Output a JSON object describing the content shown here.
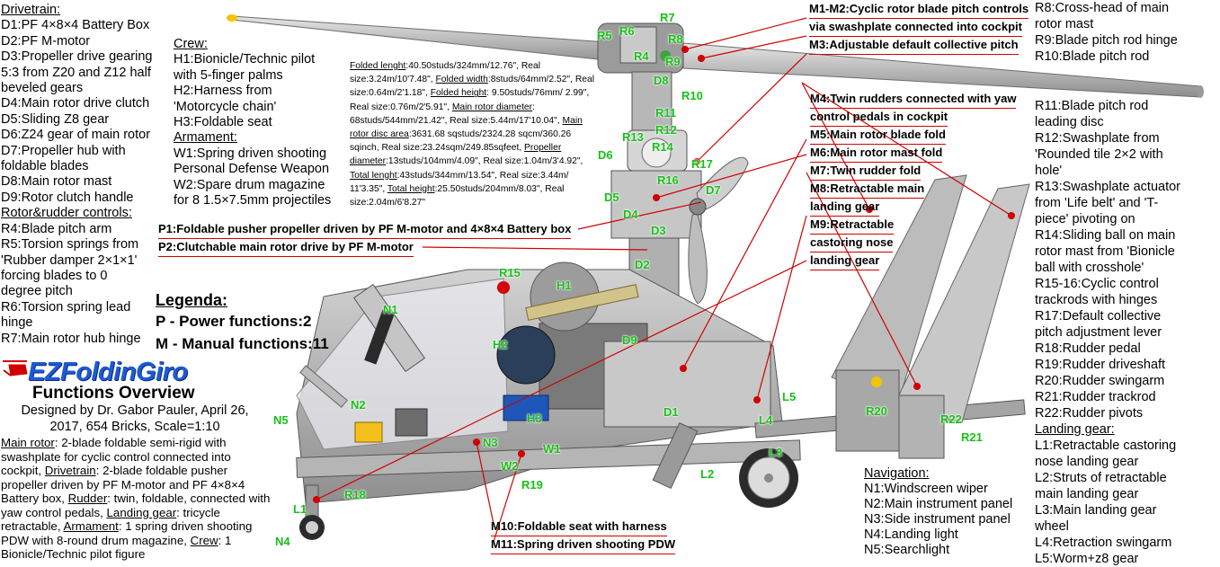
{
  "logo": {
    "text": "EZFoldinGiro"
  },
  "functions_title": "Functions Overview",
  "designer_lines": [
    "Designed by Dr. Gabor Pauler, April 26,",
    "2017, 654 Bricks, Scale=1:10"
  ],
  "summary": {
    "main_rotor_head": "Main rotor",
    "main_rotor_text": ": 2-blade foldable semi-rigid with swashplate for cyclic control connected into cockpit, ",
    "drivetrain_head": "Drivetrain",
    "drivetrain_text": ": 2-blade foldable pusher propeller driven by PF M-motor and PF 4×8×4 Battery box, ",
    "rudder_head": "Rudder",
    "rudder_text": ": twin, foldable, connected with yaw control pedals, ",
    "landing_head": "Landing gear",
    "landing_text": ": tricycle retractable, ",
    "armament_head": "Armament",
    "armament_text": ": 1 spring driven shooting PDW with 8-round drum magazine, ",
    "crew_head": "Crew",
    "crew_text": ": 1 Bionicle/Technic pilot figure"
  },
  "drivetrain": {
    "heading": "Drivetrain:",
    "items": [
      "D1:PF 4×8×4 Battery Box",
      "D2:PF M-motor",
      "D3:Propeller drive gearing",
      "5:3 from Z20 and Z12 half",
      "beveled gears",
      "D4:Main rotor drive clutch",
      "D5:Sliding Z8 gear",
      "D6:Z24 gear of main rotor",
      "D7:Propeller hub with",
      "foldable blades",
      "D8:Main rotor mast",
      "D9:Rotor clutch handle"
    ]
  },
  "rotor_rudder": {
    "heading": "Rotor&rudder controls:",
    "items": [
      "R4:Blade pitch arm",
      "R5:Torsion springs from",
      "'Rubber damper 2×1×1'",
      "forcing blades to 0",
      "degree pitch",
      "R6:Torsion spring lead",
      "hinge",
      "R7:Main rotor hub hinge"
    ]
  },
  "crew": {
    "heading": "Crew:",
    "items": [
      "H1:Bionicle/Technic pilot",
      "with 5-finger palms",
      "H2:Harness from",
      "'Motorcycle chain'",
      "H3:Foldable seat"
    ]
  },
  "armament": {
    "heading": "Armament:",
    "items": [
      "W1:Spring driven shooting",
      "Personal Defense Weapon",
      "W2:Spare drum magazine",
      "for 8 1.5×7.5mm projectiles"
    ]
  },
  "specs": [
    {
      "k": "Folded lenght",
      "v": ":40.50studs/324mm/12.76\", Real size:3.24m/10'7.48\", "
    },
    {
      "k": "Folded width",
      "v": ":8studs/64mm/2.52\", Real size:0.64m/2'1.18\", "
    },
    {
      "k": "Folded height",
      "v": ": 9.50studs/76mm/ 2.99\", Real size:0.76m/2'5.91\", "
    },
    {
      "k": "Main rotor diameter",
      "v": ": 68studs/544mm/21.42\", Real size:5.44m/17'10.04\", "
    },
    {
      "k": "Main rotor disc area",
      "v": ":3631.68 sqstuds/2324.28 sqcm/360.26 sqinch, Real size:23.24sqm/249.85sqfeet, "
    },
    {
      "k": "Propeller diameter",
      "v": ":13studs/104mm/4.09\", Real size:1.04m/3'4.92\", "
    },
    {
      "k": "Total lenght",
      "v": ":43studs/344mm/13.54\", Real size:3.44m/ 11'3.35\", "
    },
    {
      "k": "Total height",
      "v": ":25.50studs/204mm/8.03\", Real size:2.04m/6'8.27\""
    }
  ],
  "legend": {
    "title": "Legenda:",
    "power": "P - Power functions:2",
    "manual": "M - Manual functions:11"
  },
  "annotations_top": [
    "M1-M2:Cyclic rotor blade pitch controls",
    "via swashplate connected into cockpit",
    "M3:Adjustable default collective pitch"
  ],
  "annotations_mid": [
    "M4:Twin rudders connected with yaw",
    "control pedals in cockpit",
    "M5:Main rotor blade fold",
    "M6:Main rotor mast fold",
    "M7:Twin rudder fold",
    "M8:Retractable main",
    "landing gear",
    "M9:Retractable",
    "castoring nose",
    "landing gear"
  ],
  "annotations_power": [
    "P1:Foldable pusher propeller driven by PF M-motor and 4×8×4 Battery box",
    "P2:Clutchable main rotor drive by PF M-motor"
  ],
  "annotations_bottom": [
    "M10:Foldable seat with harness",
    "M11:Spring driven shooting PDW"
  ],
  "rotor_head_right": {
    "items": [
      "R8:Cross-head of main",
      "rotor mast",
      "R9:Blade pitch rod hinge",
      "R10:Blade pitch rod"
    ]
  },
  "swash_right": {
    "items": [
      "R11:Blade pitch rod",
      "leading disc",
      "R12:Swashplate from",
      "'Rounded tile 2×2 with",
      "hole'",
      "R13:Swashplate actuator",
      "from 'Life belt' and 'T-",
      "piece' pivoting on",
      "R14:Sliding ball on main",
      "rotor mast from 'Bionicle",
      "ball with crosshole'",
      "R15-16:Cyclic control",
      "trackrods with hinges",
      "R17:Default collective",
      "pitch adjustment lever",
      "R18:Rudder pedal",
      "R19:Rudder driveshaft",
      "R20:Rudder swingarm",
      "R21:Rudder trackrod",
      "R22:Rudder pivots"
    ]
  },
  "landing_gear": {
    "heading": "Landing gear:",
    "items": [
      "L1:Retractable castoring",
      "nose landing gear",
      "L2:Struts of retractable",
      "main landing gear",
      "L3:Main landing gear",
      "wheel",
      "L4:Retraction swingarm",
      "L5:Worm+z8 gear"
    ]
  },
  "navigation": {
    "heading": "Navigation:",
    "items": [
      "N1:Windscreen wiper",
      "N2:Main instrument panel",
      "N3:Side instrument panel",
      "N4:Landing light",
      "N5:Searchlight"
    ]
  },
  "part_labels": [
    "R7",
    "R5",
    "R6",
    "R8",
    "R4",
    "R9",
    "D8",
    "R10",
    "R11",
    "R12",
    "R13",
    "R14",
    "R17",
    "R16",
    "D6",
    "D5",
    "D7",
    "D4",
    "D3",
    "D2",
    "R15",
    "H1",
    "N1",
    "H2",
    "D9",
    "N2",
    "H3",
    "D1",
    "N5",
    "N3",
    "W1",
    "W2",
    "R19",
    "R18",
    "L1",
    "N4",
    "L2",
    "L3",
    "L4",
    "L5",
    "R20",
    "R22",
    "R21"
  ],
  "colors": {
    "accent_red": "#d00000",
    "label_green": "#17c017",
    "logo_blue": "#1e5ad6",
    "model_gray": "#a9a9a9"
  }
}
